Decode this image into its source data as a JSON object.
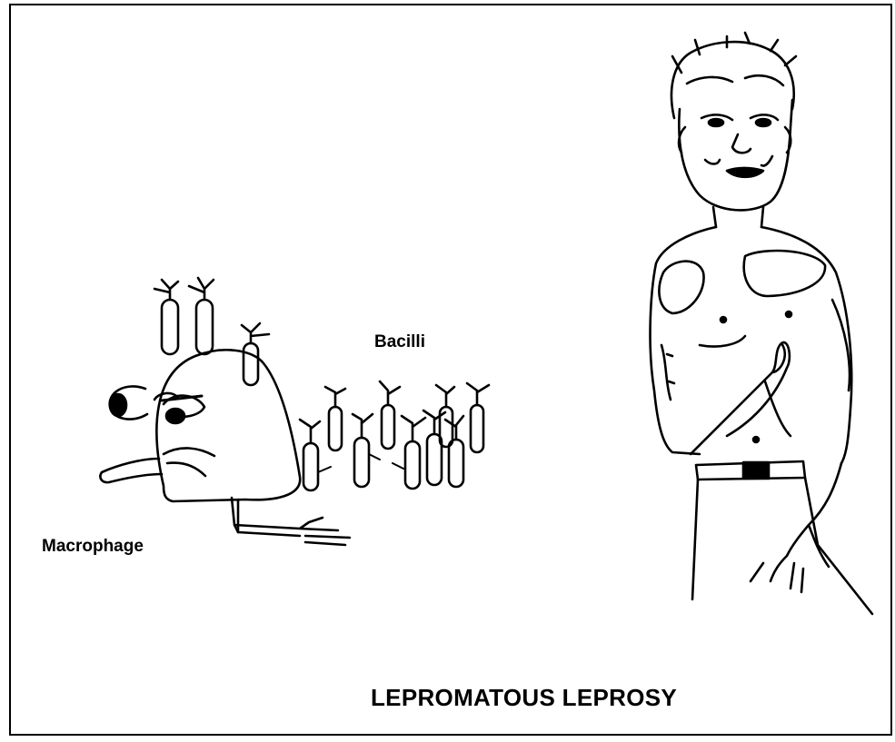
{
  "labels": {
    "bacilli": "Bacilli",
    "macrophage": "Macrophage",
    "title": "LEPROMATOUS LEPROSY"
  },
  "colors": {
    "ink": "#000000",
    "paper": "#ffffff"
  },
  "figures": [
    "macrophage-cartoon",
    "bacilli-rods",
    "patient-figure"
  ]
}
